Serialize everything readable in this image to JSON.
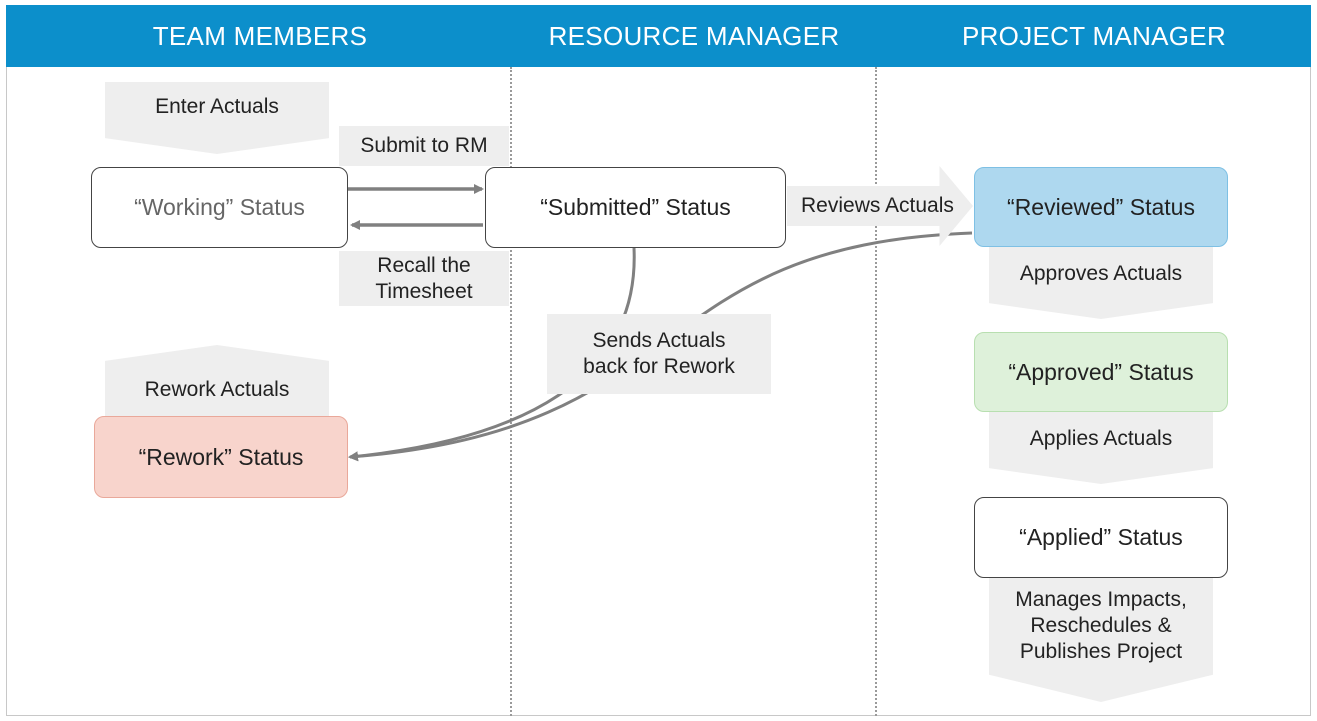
{
  "lanes": {
    "team_members": "TEAM MEMBERS",
    "resource_manager": "RESOURCE MANAGER",
    "project_manager": "PROJECT MANAGER"
  },
  "team": {
    "enter_actuals": "Enter Actuals",
    "working_status": "“Working” Status",
    "submit_to_rm": "Submit to RM",
    "recall_line1": "Recall the",
    "recall_line2": "Timesheet",
    "rework_actuals": "Rework Actuals",
    "rework_status": "“Rework” Status"
  },
  "rm": {
    "submitted_status": "“Submitted” Status",
    "reviews_actuals": "Reviews Actuals",
    "sends_back_line1": "Sends Actuals",
    "sends_back_line2": "back for Rework"
  },
  "pm": {
    "reviewed_status": "“Reviewed” Status",
    "approves_actuals": "Approves Actuals",
    "approved_status": "“Approved” Status",
    "applies_actuals": "Applies Actuals",
    "applied_status": "“Applied” Status",
    "manages_line1": "Manages Impacts,",
    "manages_line2": "Reschedules &",
    "manages_line3": "Publishes Project"
  },
  "colors": {
    "header": "#0c8fcb",
    "rework_fill": "#f8d4cc",
    "reviewed_fill": "#aed8ef",
    "approved_fill": "#def1da",
    "label_fill": "#eeeeee",
    "connector": "#808080"
  }
}
